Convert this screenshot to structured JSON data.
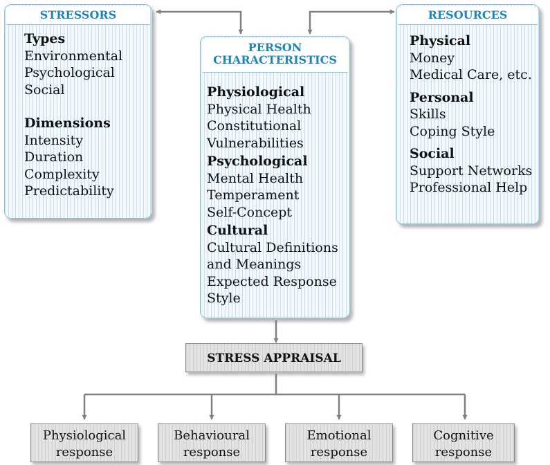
{
  "stressors": {
    "header": "STRESSORS",
    "types_heading": "Types",
    "types": [
      "Environmental",
      "Psychological",
      "Social"
    ],
    "dimensions_heading": "Dimensions",
    "dimensions": [
      "Intensity",
      "Duration",
      "Complexity",
      "Predictability"
    ]
  },
  "person": {
    "header_line1": "PERSON",
    "header_line2": "CHARACTERISTICS",
    "physiological_heading": "Physiological",
    "physiological": [
      "Physical Health",
      "Constitutional",
      "Vulnerabilities"
    ],
    "psychological_heading": "Psychological",
    "psychological": [
      "Mental Health",
      "Temperament",
      "Self-Concept"
    ],
    "cultural_heading": "Cultural",
    "cultural": [
      "Cultural Definitions",
      "and Meanings",
      "Expected Response",
      "Style"
    ]
  },
  "resources": {
    "header": "RESOURCES",
    "physical_heading": "Physical",
    "physical": [
      "Money",
      "Medical Care, etc."
    ],
    "personal_heading": "Personal",
    "personal": [
      "Skills",
      "Coping Style"
    ],
    "social_heading": "Social",
    "social": [
      "Support Networks",
      "Professional Help"
    ]
  },
  "appraisal": {
    "label": "STRESS APPRAISAL"
  },
  "responses": [
    {
      "line1": "Physiological",
      "line2": "response"
    },
    {
      "line1": "Behavioural",
      "line2": "response"
    },
    {
      "line1": "Emotional",
      "line2": "response"
    },
    {
      "line1": "Cognitive",
      "line2": "response"
    }
  ],
  "colors": {
    "panel_border": "#8cc3e2",
    "header_text": "#1d86b8",
    "arrow": "#808080",
    "gray_box": "#e2e2e2"
  }
}
